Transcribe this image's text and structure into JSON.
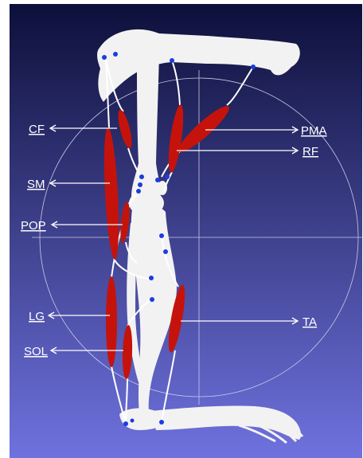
{
  "scene": {
    "background_top": "#0d0f3a",
    "background_bottom": "#6f72de",
    "bone_color": "#f2f2f2",
    "muscle_color": "#c5130c",
    "tendon_color": "#ffffff",
    "marker_color": "#1b3ce0",
    "guide_color": "#c9cae8"
  },
  "labels": {
    "cf": "CF",
    "sm": "SM",
    "pop": "POP",
    "lg": "LG",
    "sol": "SOL",
    "pma": "PMA",
    "rf": "RF",
    "ta": "TA"
  }
}
